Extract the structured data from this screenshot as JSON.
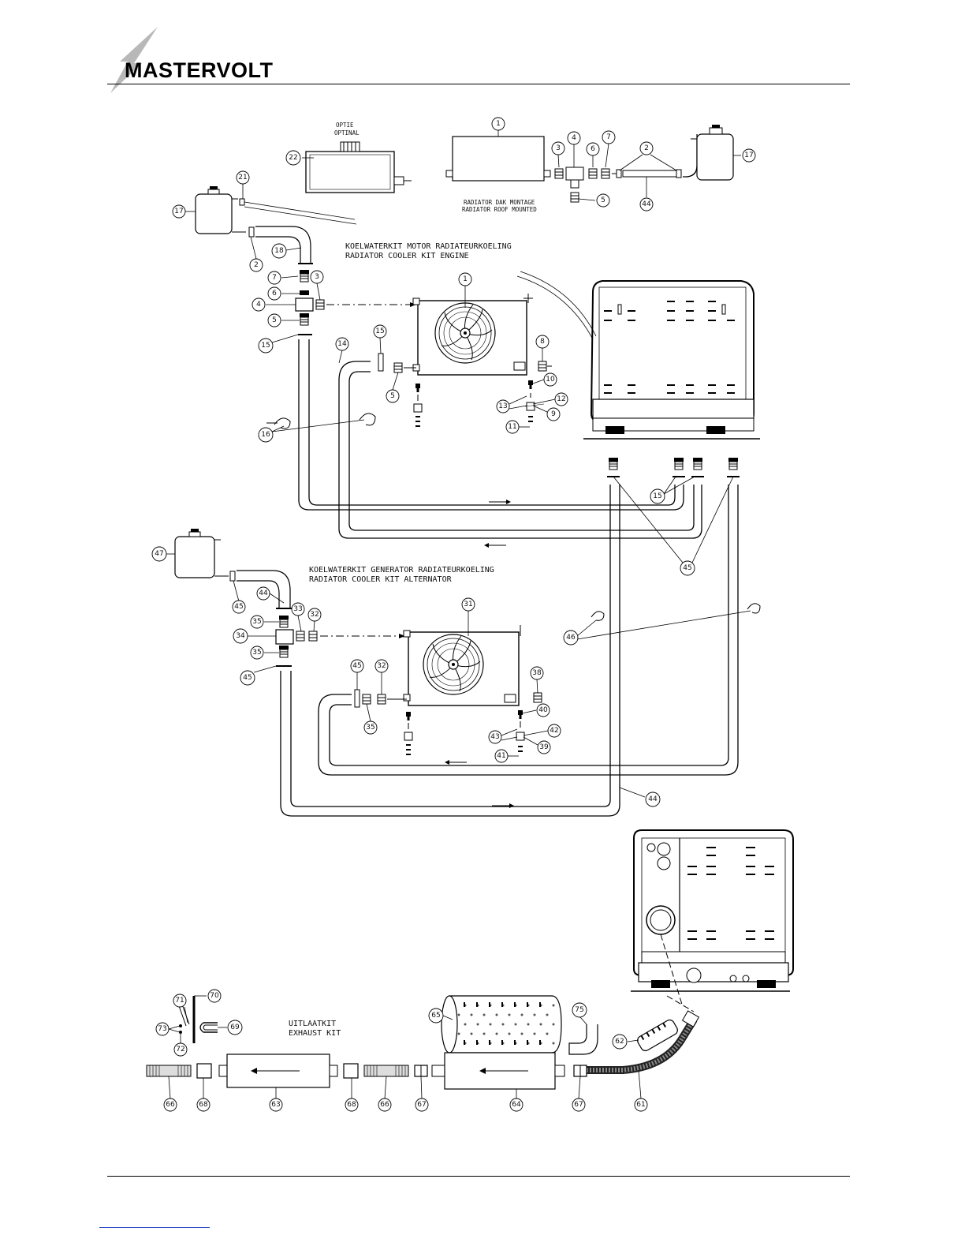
{
  "brand": {
    "name": "MASTERVOLT"
  },
  "labels": {
    "optie": "OPTIE",
    "optinal": "OPTINAL",
    "roof_nl": "RADIATOR DAK MONTAGE",
    "roof_en": "RADIATOR ROOF MOUNTED",
    "kit_engine_nl": "KOELWATERKIT MOTOR RADIATEURKOELING",
    "kit_engine_en": "RADIATOR COOLER KIT ENGINE",
    "kit_alt_nl": "KOELWATERKIT GENERATOR RADIATEURKOELING",
    "kit_alt_en": "RADIATOR COOLER KIT ALTERNATOR",
    "exhaust_nl": "UITLAATKIT",
    "exhaust_en": "EXHAUST KIT"
  },
  "callouts": {
    "c1a": "1",
    "c3a": "3",
    "c4a": "4",
    "c6a": "6",
    "c7a": "7",
    "c2a": "2",
    "c17a": "17",
    "c5a": "5",
    "c44a": "44",
    "c22": "22",
    "c21": "21",
    "c17b": "17",
    "c18": "18",
    "c2b": "2",
    "c7b": "7",
    "c3b": "3",
    "c6b": "6",
    "c4b": "4",
    "c5b": "5",
    "c15a": "15",
    "c1b": "1",
    "c14": "14",
    "c15b": "15",
    "c5c": "5",
    "c8": "8",
    "c10": "10",
    "c12": "12",
    "c13": "13",
    "c9": "9",
    "c11": "11",
    "c16": "16",
    "c15c": "15",
    "c45a": "45",
    "c47": "47",
    "c45b": "45",
    "c44b": "44",
    "c33": "33",
    "c32a": "32",
    "c35a": "35",
    "c34": "34",
    "c35b": "35",
    "c45c": "45",
    "c31": "31",
    "c45d": "45",
    "c32b": "32",
    "c35c": "35",
    "c38": "38",
    "c40": "40",
    "c42": "42",
    "c43": "43",
    "c39": "39",
    "c41": "41",
    "c46": "46",
    "c44c": "44",
    "c70": "70",
    "c71": "71",
    "c73": "73",
    "c69": "69",
    "c72": "72",
    "c65": "65",
    "c75": "75",
    "c62": "62",
    "c66a": "66",
    "c68a": "68",
    "c63": "63",
    "c68b": "68",
    "c66b": "66",
    "c67a": "67",
    "c64": "64",
    "c67b": "67",
    "c61": "61"
  }
}
